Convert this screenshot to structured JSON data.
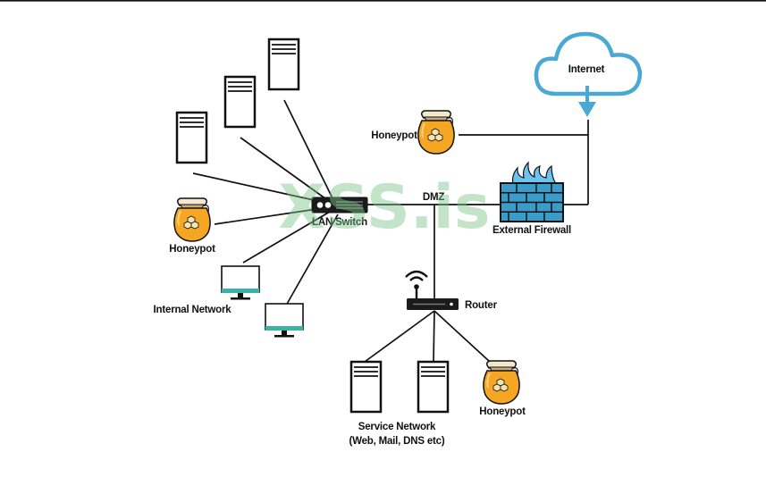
{
  "watermark": "XSS.is",
  "labels": {
    "internet": "Internet",
    "honeypot_top": "Honeypot",
    "dmz": "DMZ",
    "lan_switch": "LAN Switch",
    "firewall": "External Firewall",
    "honeypot_left": "Honeypot",
    "internal_network": "Internal Network",
    "router": "Router",
    "service_network_line1": "Service Network",
    "service_network_line2": "(Web, Mail, DNS etc)",
    "honeypot_bottom": "Honeypot"
  },
  "colors": {
    "cloud": "#4aa8d4",
    "firewall_brick": "#3b9bc9",
    "firewall_flame": "#6cc3ef",
    "honey": "#f5a623",
    "monitor_base": "#3bb3a8",
    "lines": "#111111"
  }
}
